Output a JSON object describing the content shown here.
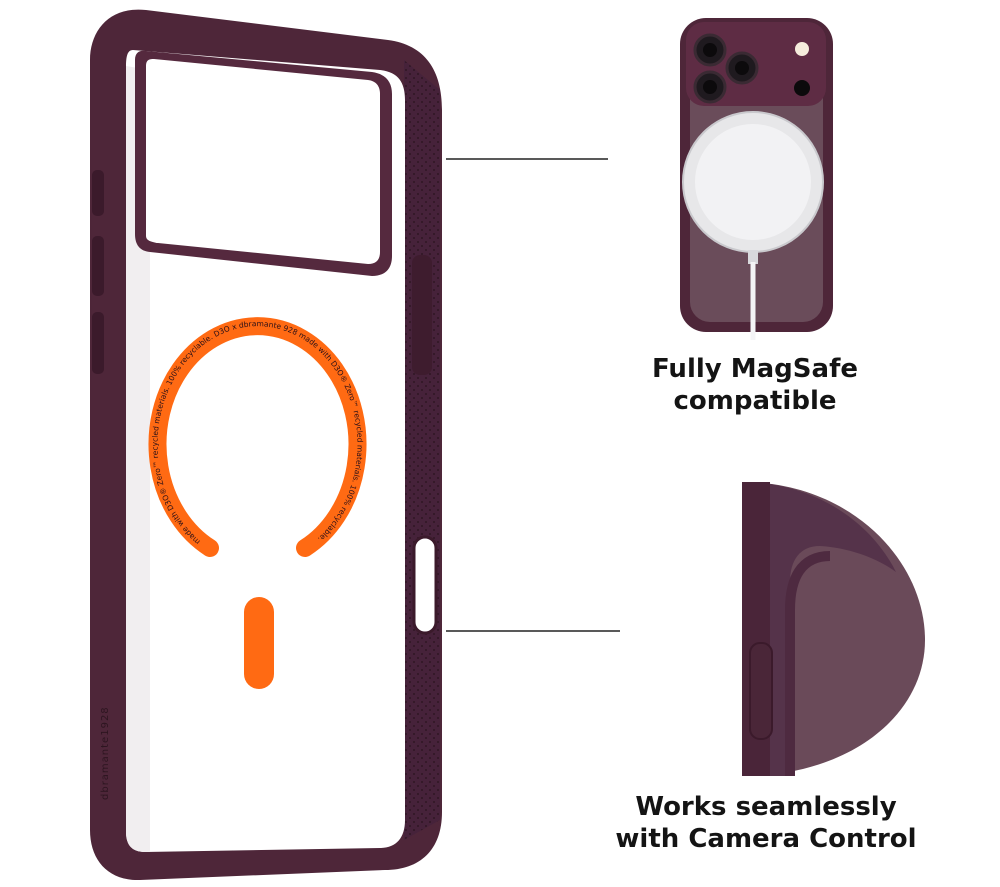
{
  "features": {
    "magsafe": {
      "line1": "Fully MagSafe",
      "line2": "compatible"
    },
    "camera_control": {
      "line1": "Works seamlessly",
      "line2": "with Camera Control"
    }
  },
  "case": {
    "brand_side_text": "dbramante1928",
    "ring_text": "D3O x dbramante 928 · made with D3O® Zero™ recycled materials. 100% recyclable. · made with D3O® Zero™ recycled materials. 100% recyclable.",
    "frame_color": "#4a2436",
    "accent_color": "#ff6a13",
    "back_color": "#ffffff"
  },
  "icons": {
    "magsafe_charger": "magsafe-charger-icon",
    "camera_control": "camera-control-button-icon"
  }
}
